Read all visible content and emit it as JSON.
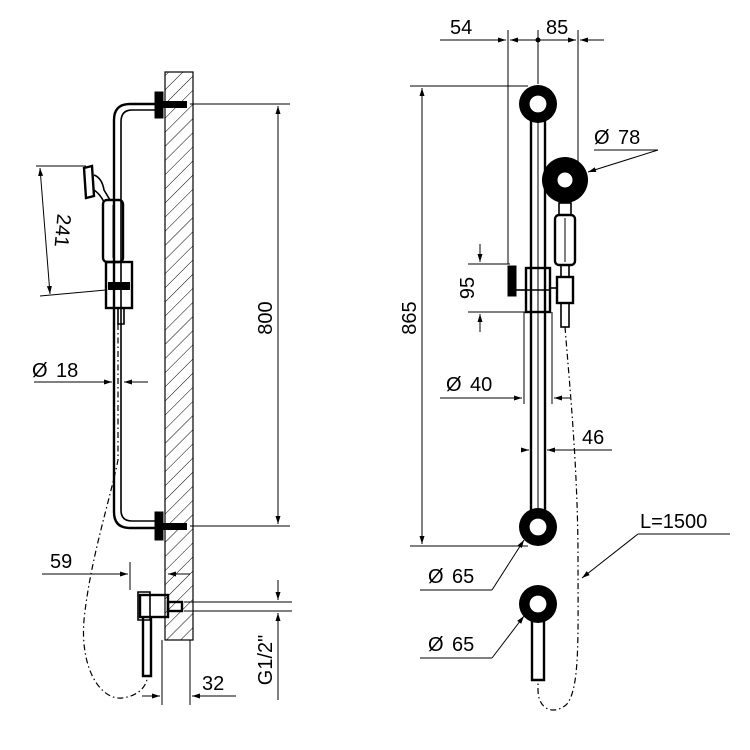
{
  "side_view": {
    "dim_241": "241",
    "dim_800": "800",
    "dim_18": "18",
    "dim_59": "59",
    "dim_32": "32",
    "dim_g12": "G1/2\""
  },
  "front_view": {
    "dim_54": "54",
    "dim_85": "85",
    "dim_78": "78",
    "dim_95": "95",
    "dim_865": "865",
    "dim_40": "40",
    "dim_46": "46",
    "dim_65_upper": "65",
    "dim_65_lower": "65",
    "hose_length": "L=1500"
  },
  "symbols": {
    "diameter": "Ø"
  }
}
